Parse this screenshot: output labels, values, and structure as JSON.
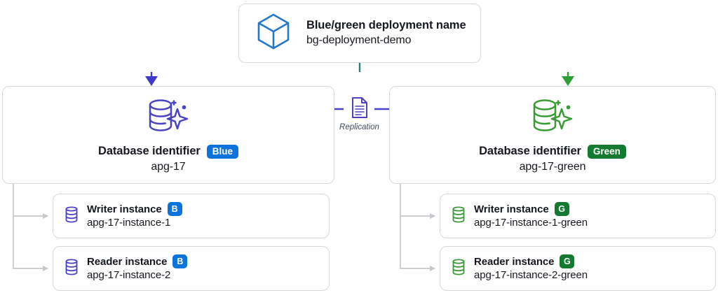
{
  "diagram": {
    "title_card": {
      "icon": "cube-icon",
      "heading": "Blue/green deployment name",
      "value": "bg-deployment-demo",
      "icon_color": "#2577c9"
    },
    "replication": {
      "icon": "document-icon",
      "label": "Replication",
      "arrow_color": "#4a42c6"
    },
    "environments": [
      {
        "id": "blue",
        "icon": "database-sparkle-icon",
        "icon_color": "#4a42c6",
        "label": "Database identifier",
        "badge": "Blue",
        "badge_color": "#0a74da",
        "value": "apg-17",
        "branch_color": "#4038c9",
        "instances": [
          {
            "icon": "database-icon",
            "label": "Writer instance",
            "badge": "B",
            "value": "apg-17-instance-1"
          },
          {
            "icon": "database-icon",
            "label": "Reader instance",
            "badge": "B",
            "value": "apg-17-instance-2"
          }
        ]
      },
      {
        "id": "green",
        "icon": "database-sparkle-icon",
        "icon_color": "#3a9a35",
        "label": "Database identifier",
        "badge": "Green",
        "badge_color": "#157a31",
        "value": "apg-17-green",
        "branch_color": "#2e9e36",
        "instances": [
          {
            "icon": "database-icon",
            "label": "Writer instance",
            "badge": "G",
            "value": "apg-17-instance-1-green"
          },
          {
            "icon": "database-icon",
            "label": "Reader instance",
            "badge": "G",
            "value": "apg-17-instance-2-green"
          }
        ]
      }
    ],
    "colors": {
      "card_border": "#d5dbdb",
      "connector_gray": "#c5c8cc",
      "text": "#16191f"
    }
  }
}
